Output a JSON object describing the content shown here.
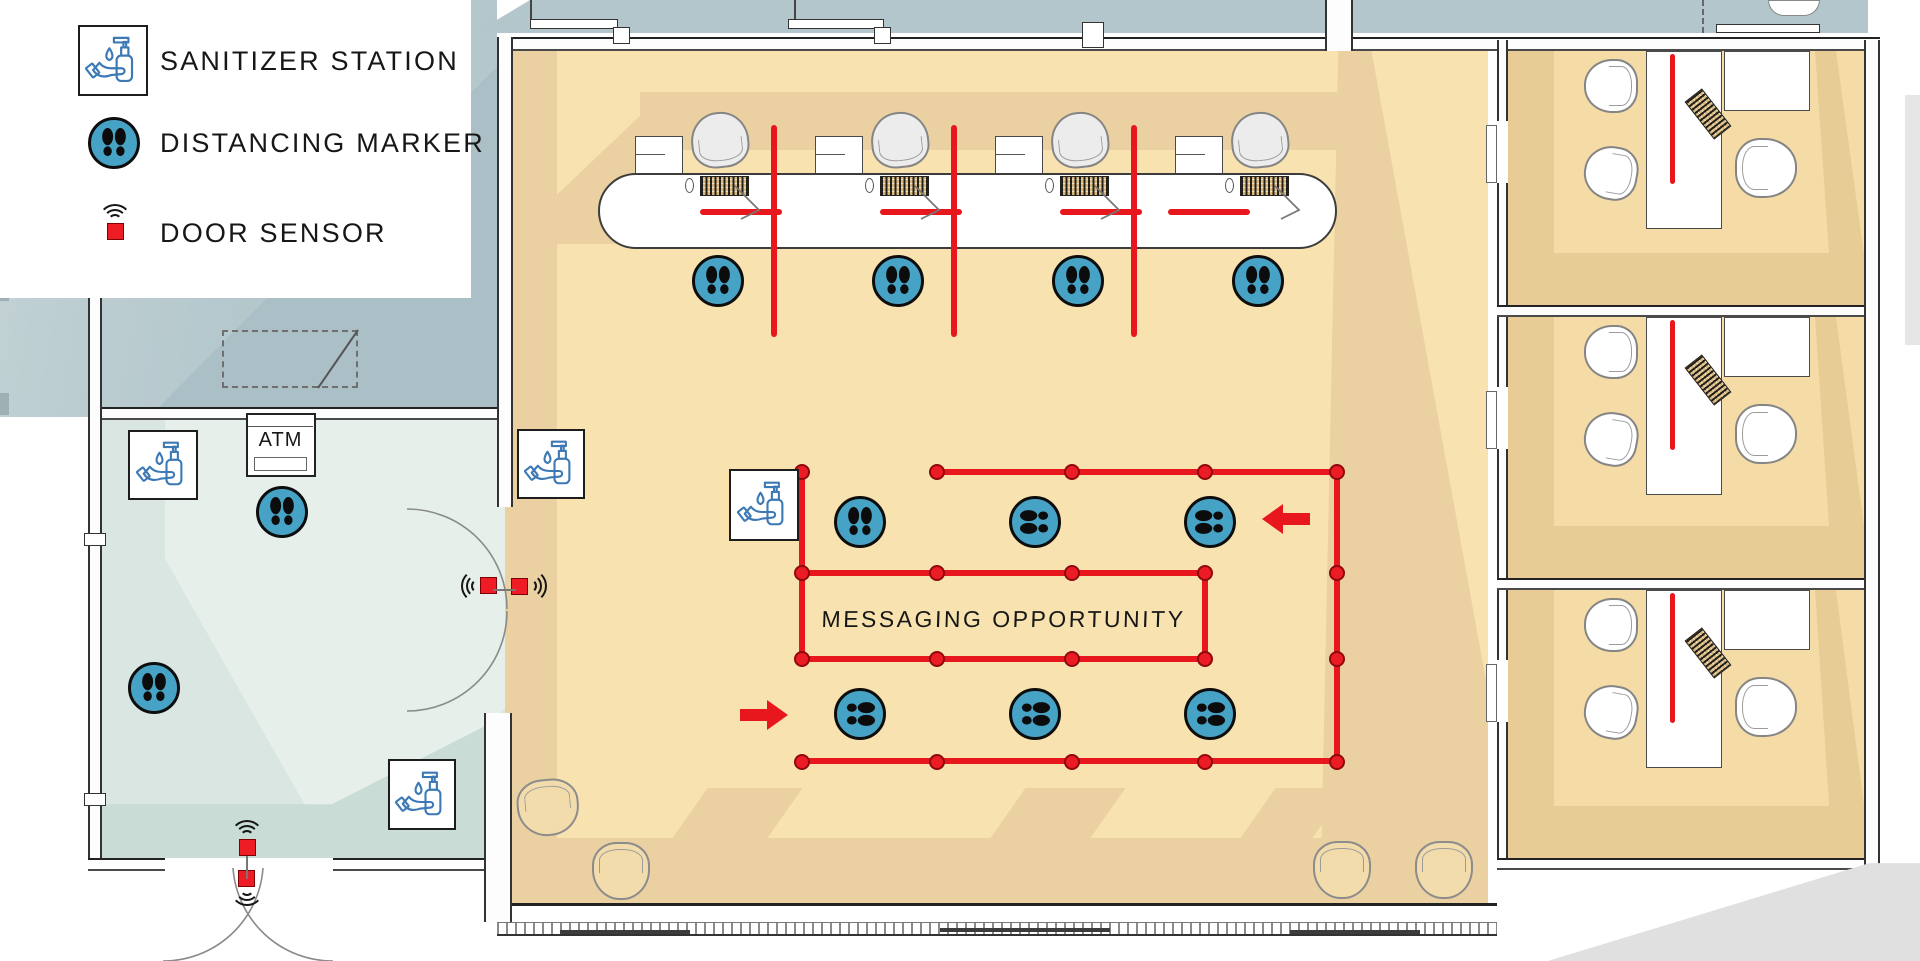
{
  "legend": {
    "items": [
      {
        "icon": "sanitizer-station-icon",
        "label": "SANITIZER STATION"
      },
      {
        "icon": "distancing-marker-icon",
        "label": "DISTANCING MARKER"
      },
      {
        "icon": "door-sensor-icon",
        "label": "DOOR SENSOR"
      }
    ]
  },
  "labels": {
    "atm": "ATM",
    "messaging": "MESSAGING OPPORTUNITY"
  },
  "counts": {
    "sanitizer_stations": 5,
    "distancing_markers": 13,
    "door_sensors": 5,
    "teller_stations": 4,
    "offices": 3,
    "queue_direction_arrows": 2
  },
  "colors": {
    "accent_red": "#e8161d",
    "marker_blue": "#47a3c6",
    "sanitizer_blue": "#3c79b5",
    "lobby_floor_tan": "#f8e3b0",
    "floor_shadow_tan": "#ebd1a1",
    "office_floor_tan": "#f5dca7",
    "vestibule_green": "#d9e6e1",
    "exterior_blue_gray": "#b2c6cb"
  }
}
